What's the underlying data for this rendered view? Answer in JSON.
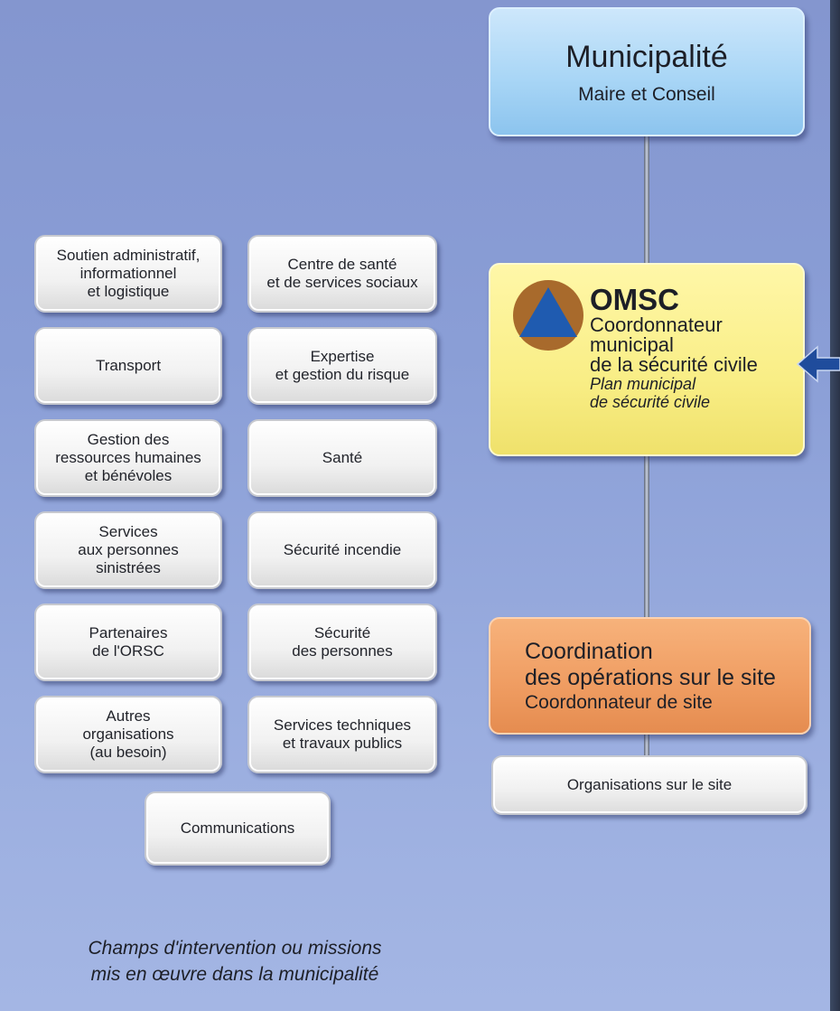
{
  "municipality": {
    "title": "Municipalité",
    "subtitle": "Maire et Conseil"
  },
  "omsc": {
    "acronym": "OMSC",
    "role_line1": "Coordonnateur",
    "role_line2": "municipal",
    "role_line3": "de la sécurité civile",
    "plan_line1": "Plan municipal",
    "plan_line2": "de sécurité civile",
    "logo_icon": "civil-protection-triangle-icon",
    "arrow_icon": "arrow-left-icon"
  },
  "site_coordination": {
    "title_line1": "Coordination",
    "title_line2": "des opérations sur le site",
    "subtitle": "Coordonnateur de site"
  },
  "site_organisations": {
    "label": "Organisations sur le site"
  },
  "missions_left": [
    {
      "lines": [
        "Soutien administratif,",
        "informationnel",
        "et logistique"
      ]
    },
    {
      "lines": [
        "Transport"
      ]
    },
    {
      "lines": [
        "Gestion des",
        "ressources humaines",
        "et bénévoles"
      ]
    },
    {
      "lines": [
        "Services",
        "aux personnes",
        "sinistrées"
      ]
    },
    {
      "lines": [
        "Partenaires",
        "de l'ORSC"
      ]
    },
    {
      "lines": [
        "Autres",
        "organisations",
        "(au besoin)"
      ]
    }
  ],
  "missions_right": [
    {
      "lines": [
        "Centre de santé",
        "et de services sociaux"
      ]
    },
    {
      "lines": [
        "Expertise",
        "et gestion du risque"
      ]
    },
    {
      "lines": [
        "Santé"
      ]
    },
    {
      "lines": [
        "Sécurité incendie"
      ]
    },
    {
      "lines": [
        "Sécurité",
        "des personnes"
      ]
    },
    {
      "lines": [
        "Services techniques",
        "et travaux publics"
      ]
    }
  ],
  "communications": {
    "label": "Communications"
  },
  "caption": {
    "line1": "Champs d'intervention ou missions",
    "line2": "mis en œuvre dans la municipalité"
  },
  "colors": {
    "background": "#8a9ed6",
    "municipality_box": "#a9d6f6",
    "omsc_box": "#f9ee86",
    "coordination_box": "#ef9c61",
    "mission_box": "#f1f1f1",
    "logo_circle": "#a86a2c",
    "logo_triangle": "#1f5bb0",
    "arrow": "#1f4c9c"
  }
}
